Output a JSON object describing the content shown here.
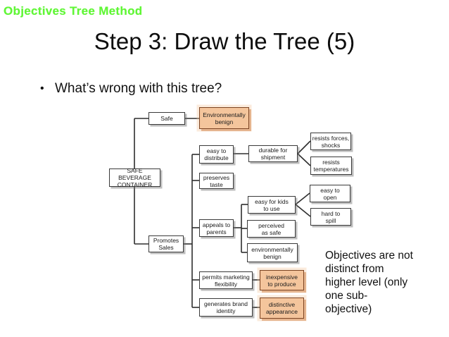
{
  "header": {
    "label": "Objectives Tree Method"
  },
  "title": "Step 3: Draw the Tree (5)",
  "bullet": {
    "marker": "•",
    "text": "What’s wrong with this tree?"
  },
  "annotation": "Objectives are not\ndistinct from\nhigher level (only\none sub-\nobjective)",
  "colors": {
    "accent_green": "#61f637",
    "highlight_fill": "#f4c59c",
    "highlight_border": "#7c4423",
    "box_border": "#3a3a3a",
    "line_color": "#2e2e2e"
  },
  "diagram": {
    "nodes": [
      {
        "id": "root",
        "label": "SAFE BEVERAGE\nCONTAINER",
        "parent": null,
        "highlighted": false
      },
      {
        "id": "safe",
        "label": "Safe",
        "parent": "root",
        "highlighted": false
      },
      {
        "id": "env-benign-1",
        "label": "Environmentally\nbenign",
        "parent": "safe",
        "highlighted": true
      },
      {
        "id": "easy-distribute",
        "label": "easy to\ndistribute",
        "parent": "promotes-sales",
        "highlighted": false
      },
      {
        "id": "durable-shipment",
        "label": "durable for\nshipment",
        "parent": "easy-distribute",
        "highlighted": false
      },
      {
        "id": "resists-forces",
        "label": "resists forces,\nshocks",
        "parent": "durable-shipment",
        "highlighted": false
      },
      {
        "id": "resists-temps",
        "label": "resists\ntemperatures",
        "parent": "durable-shipment",
        "highlighted": false
      },
      {
        "id": "preserves-taste",
        "label": "preserves\ntaste",
        "parent": "promotes-sales",
        "highlighted": false
      },
      {
        "id": "easy-kids",
        "label": "easy for kids\nto use",
        "parent": "appeals-parents",
        "highlighted": false
      },
      {
        "id": "easy-open",
        "label": "easy to\nopen",
        "parent": "easy-kids",
        "highlighted": false
      },
      {
        "id": "hard-spill",
        "label": "hard to\nspill",
        "parent": "easy-kids",
        "highlighted": false
      },
      {
        "id": "appeals-parents",
        "label": "appeals to\nparents",
        "parent": "promotes-sales",
        "highlighted": false
      },
      {
        "id": "perceived-safe",
        "label": "perceived\nas safe",
        "parent": "appeals-parents",
        "highlighted": false
      },
      {
        "id": "env-benign-2",
        "label": "environmentally\nbenign",
        "parent": "appeals-parents",
        "highlighted": false
      },
      {
        "id": "promotes-sales",
        "label": "Promotes\nSales",
        "parent": "root",
        "highlighted": false
      },
      {
        "id": "permits-marketing",
        "label": "permits marketing\nflexibility",
        "parent": "promotes-sales",
        "highlighted": false
      },
      {
        "id": "inexpensive",
        "label": "inexpensive\nto produce",
        "parent": "permits-marketing",
        "highlighted": true
      },
      {
        "id": "generates-brand",
        "label": "generates brand\nidentity",
        "parent": "promotes-sales",
        "highlighted": false
      },
      {
        "id": "distinctive",
        "label": "distinctive\nappearance",
        "parent": "generates-brand",
        "highlighted": true
      }
    ]
  }
}
